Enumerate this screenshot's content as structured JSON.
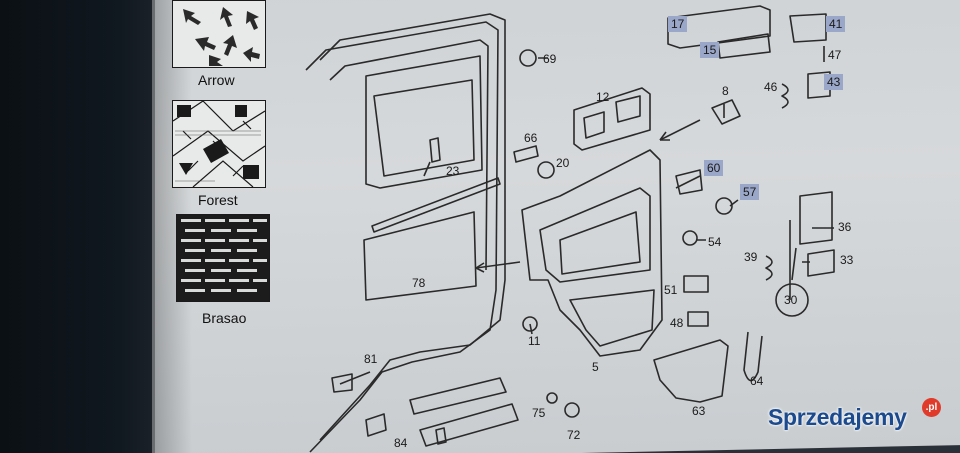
{
  "patterns": [
    {
      "id": "arrow",
      "label": "Arrow"
    },
    {
      "id": "forest",
      "label": "Forest"
    },
    {
      "id": "brasao",
      "label": "Brasao"
    }
  ],
  "callouts": {
    "p69": "69",
    "p12": "12",
    "p8": "8",
    "p66": "66",
    "p20": "20",
    "p23": "23",
    "p60": "60",
    "p57": "57",
    "p54": "54",
    "p78": "78",
    "p51": "51",
    "p48": "48",
    "p11": "11",
    "p5": "5",
    "p81": "81",
    "p64": "64",
    "p63": "63",
    "p75": "75",
    "p72": "72",
    "p84": "84",
    "p17": "17",
    "p15": "15",
    "p41": "41",
    "p47": "47",
    "p46": "46",
    "p43": "43",
    "p36": "36",
    "p39": "39",
    "p33": "33",
    "p30": "30"
  },
  "highlighted_callouts": [
    "17",
    "15",
    "41",
    "43",
    "60",
    "57"
  ],
  "watermark": {
    "text": "Sprzedajemy",
    "badge": ".pl",
    "color": "#1b4a8e",
    "badge_color": "#e03a2b"
  }
}
